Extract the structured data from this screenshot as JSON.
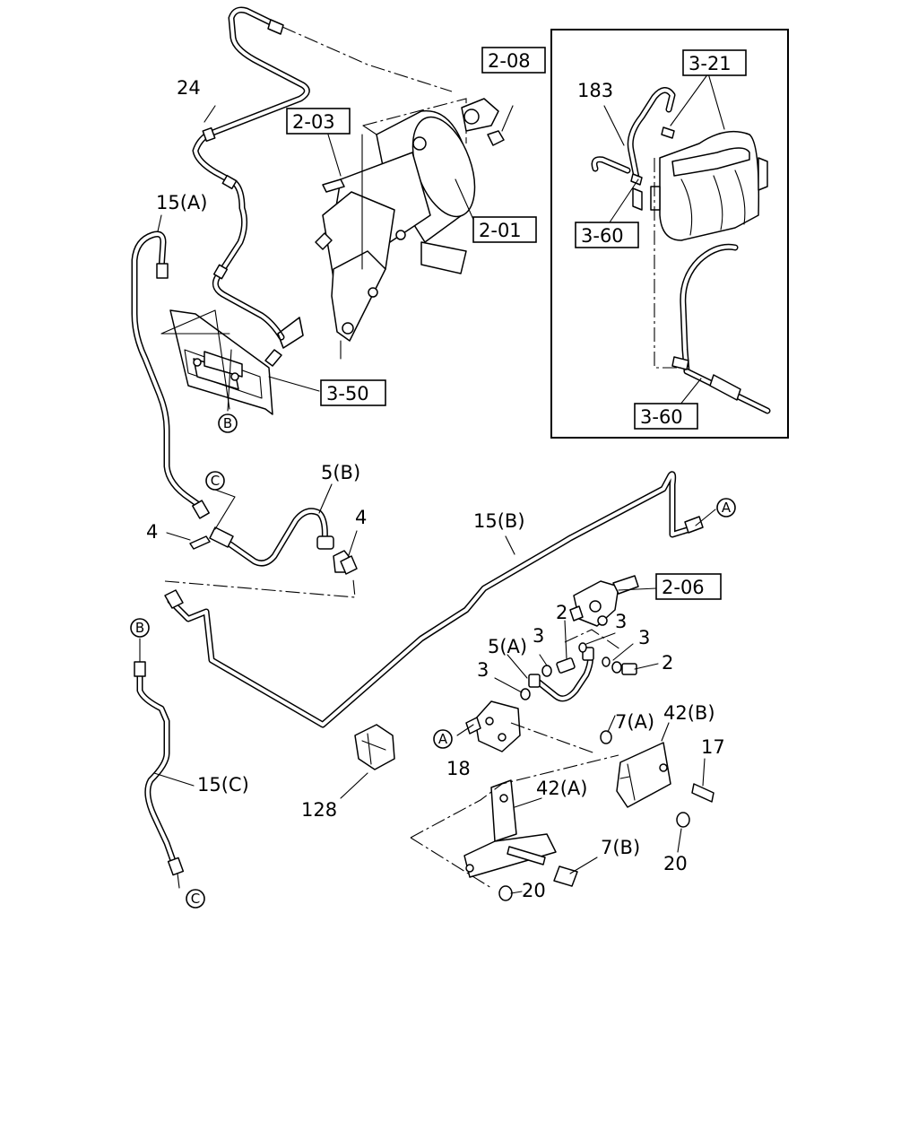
{
  "labels": {
    "l24": "24",
    "l15a": "15(A)",
    "l15b": "15(B)",
    "l15c": "15(C)",
    "l5b": "5(B)",
    "l5a": "5(A)",
    "l4a": "4",
    "l4b": "4",
    "l183": "183",
    "l2a": "2",
    "l2b": "2",
    "l3a": "3",
    "l3b": "3",
    "l3c": "3",
    "l3d": "3",
    "l7a": "7(A)",
    "l7b": "7(B)",
    "l42a": "42(A)",
    "l42b": "42(B)",
    "l17": "17",
    "l18": "18",
    "l20a": "20",
    "l20b": "20",
    "l128": "128"
  },
  "refs": {
    "r208": "2-08",
    "r203": "2-03",
    "r201": "2-01",
    "r350": "3-50",
    "r321": "3-21",
    "r360a": "3-60",
    "r360b": "3-60",
    "r206": "2-06"
  },
  "connectors": {
    "a1": "A",
    "a2": "A",
    "b1": "B",
    "b2": "B",
    "c1": "C",
    "c2": "C"
  }
}
